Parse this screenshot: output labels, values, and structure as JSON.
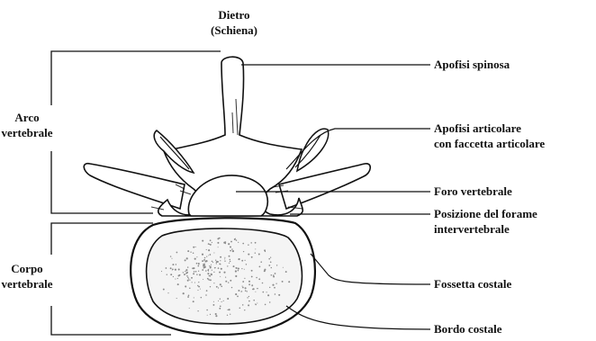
{
  "orientation": {
    "line1": "Dietro",
    "line2": "(Schiena)"
  },
  "left_labels": {
    "arch": {
      "line1": "Arco",
      "line2": "vertebrale"
    },
    "body": {
      "line1": "Corpo",
      "line2": "vertebrale"
    }
  },
  "right_labels": {
    "spinous": "Apofisi spinosa",
    "articular": {
      "line1": "Apofisi articolare",
      "line2": "con faccetta articolare"
    },
    "foramen": "Foro vertebrale",
    "intervertebral": {
      "line1": "Posizione del forame",
      "line2": "intervertebrale"
    },
    "costal_fossa": "Fossetta costale",
    "costal_border": "Bordo costale"
  },
  "colors": {
    "ink": "#111111",
    "background": "#ffffff",
    "stipple": "#8a8a8a"
  }
}
